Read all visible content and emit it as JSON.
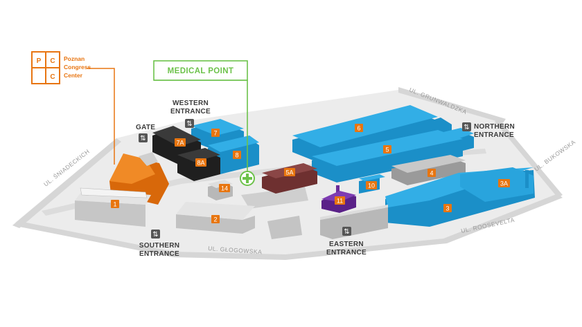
{
  "colors": {
    "hall_blue": "#1a9ad6",
    "pcc_orange": "#e8750f",
    "dark_hall": "#2e2e2e",
    "hall_5a": "#7a3b3b",
    "hall_11": "#6a2c9a",
    "medical_green": "#6cc24a",
    "ground": "#e6e6e6",
    "street": "#cfcfcf"
  },
  "logo": {
    "letters": [
      "P",
      "C",
      "C"
    ],
    "lines": [
      "Poznan",
      "Congress",
      "Center"
    ]
  },
  "medical_point": {
    "label": "MEDICAL POINT",
    "icon": "medical-cross-icon"
  },
  "entrances": {
    "western": {
      "line1": "WESTERN",
      "line2": "ENTRANCE"
    },
    "northern": {
      "line1": "NORTHERN",
      "line2": "ENTRANCE"
    },
    "southern": {
      "line1": "SOUTHERN",
      "line2": "ENTRANCE"
    },
    "eastern": {
      "line1": "EASTERN",
      "line2": "ENTRANCE"
    },
    "gate": "GATE"
  },
  "streets": {
    "sniadeckich": "UL. ŚNIADECKICH",
    "grunwaldzka": "UL. GRUNWALDZKA",
    "bukowska": "UL. BUKOWSKA",
    "roosevelta": "UL. ROOSEVELTA",
    "glogowska": "UL. GŁOGOWSKA"
  },
  "halls": {
    "h1": "1",
    "h2": "2",
    "h3": "3",
    "h3a": "3A",
    "h4": "4",
    "h5": "5",
    "h5a": "5A",
    "h6": "6",
    "h7": "7",
    "h7a": "7A",
    "h8": "8",
    "h8a": "8A",
    "h10": "10",
    "h11": "11",
    "h14": "14"
  }
}
